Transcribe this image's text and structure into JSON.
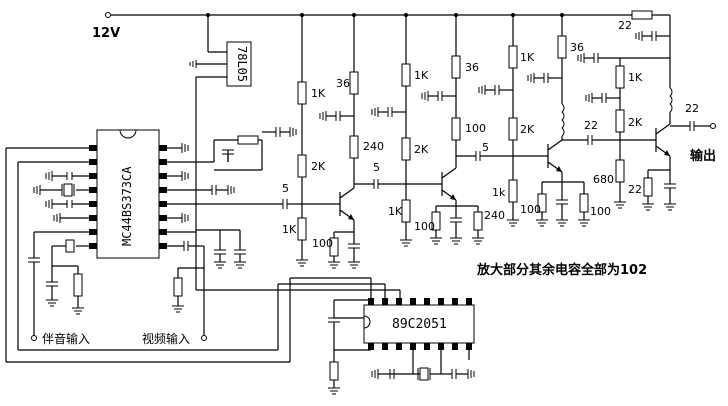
{
  "supply": {
    "label": "12V"
  },
  "chips": {
    "regulator": "78L05",
    "encoder": "MC44BS373CA",
    "mcu": "89C2051"
  },
  "resistors": {
    "r_1k_a": "1K",
    "r_2k_a": "2K",
    "r_1k_b": "1K",
    "r_36_a": "36",
    "r_240_a": "240",
    "r_100_a": "100",
    "r_1k_c": "1K",
    "r_2k_b": "2K",
    "r_1k_d": "1K",
    "r_36_b": "36",
    "r_100_b": "100",
    "r_100_c": "100",
    "r_240_b": "240",
    "r_1k_e": "1K",
    "r_2k_c": "2K",
    "r_1k_f": "1k",
    "r_36_c": "36",
    "r_1k_g": "1K",
    "r_2k_d": "2K",
    "r_680": "680",
    "r_22_a": "22",
    "r_100_d": "100",
    "r_100_e": "100",
    "r_22_top": "22"
  },
  "capacitors": {
    "c_5_a": "5",
    "c_5_b": "5",
    "c_5_c": "5",
    "c_22_a": "22",
    "c_22_b": "22"
  },
  "io": {
    "output": "输出",
    "audio_in": "伴音输入",
    "video_in": "视频输入"
  },
  "note": "放大部分其余电容全部为102"
}
